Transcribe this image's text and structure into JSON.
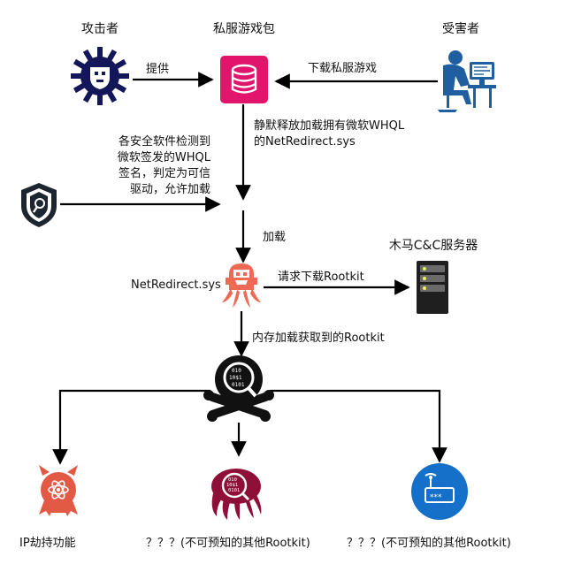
{
  "nodes": {
    "attacker": "攻击者",
    "private_server_pkg": "私服游戏包",
    "victim": "受害者",
    "cc_server": "木马C&C服务器",
    "netredirect": "NetRedirect.sys",
    "ip_hijack": "IP劫持功能",
    "unknown_rootkit_1": "？？？(不可预知的其他Rootkit)",
    "unknown_rootkit_2": "？？？(不可预知的其他Rootkit)"
  },
  "edges": {
    "provide": "提供",
    "download_private": "下载私服游戏",
    "silent_release_line1": "静默释放加载拥有微软WHQL",
    "silent_release_line2": "的NetRedirect.sys",
    "security_check_line1": "各安全软件检测到",
    "security_check_line2": "微软签发的WHQL",
    "security_check_line3": "签名，判定为可信",
    "security_check_line4": "驱动，允许加载",
    "load": "加载",
    "request_rootkit": "请求下载Rootkit",
    "memory_load": "内存加载获取到的Rootkit"
  },
  "colors": {
    "attacker_icon": "#14165a",
    "package_icon": "#e0156b",
    "victim_icon": "#1f5fa0",
    "shield_icon": "#1d2530",
    "trojan_icon": "#ef6a55",
    "server_icon": "#1f1f1f",
    "rootkit_hub_icon": "#111111",
    "ip_hijack_icon": "#e25a44",
    "unknown1_icon": "#8e1038",
    "unknown2_icon": "#1470c8",
    "arrow": "#000000"
  }
}
